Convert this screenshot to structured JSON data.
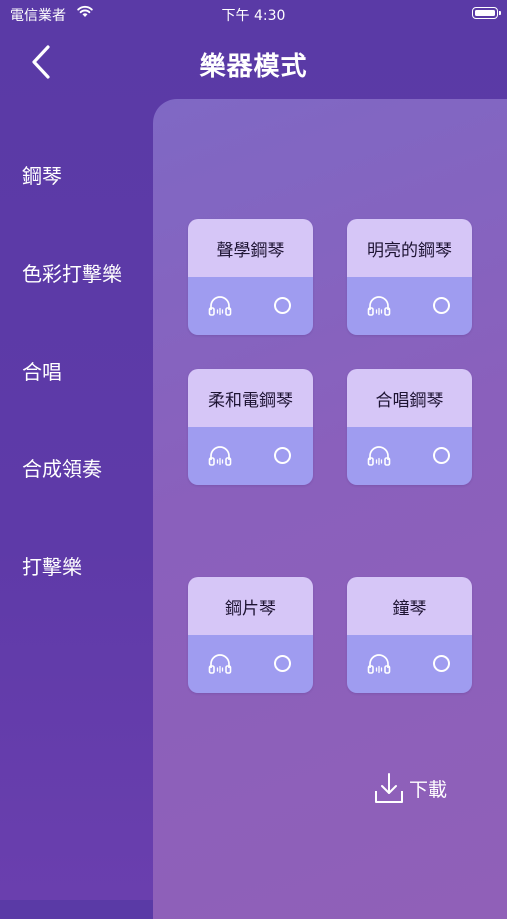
{
  "status_bar": {
    "carrier": "電信業者",
    "time": "下午 4:30"
  },
  "header": {
    "title": "樂器模式"
  },
  "sidebar": {
    "items": [
      {
        "label": "鋼琴"
      },
      {
        "label": "色彩打擊樂"
      },
      {
        "label": "合唱"
      },
      {
        "label": "合成領奏"
      },
      {
        "label": "打擊樂"
      }
    ]
  },
  "instruments": [
    {
      "name": "聲學鋼琴"
    },
    {
      "name": "明亮的鋼琴"
    },
    {
      "name": "柔和電鋼琴"
    },
    {
      "name": "合唱鋼琴"
    },
    {
      "name": "鋼片琴"
    },
    {
      "name": "鐘琴"
    }
  ],
  "download": {
    "label": "下載"
  },
  "colors": {
    "background": "#5a3aa6",
    "card_top": "#d6c6f7",
    "card_bottom": "#9f9cf0"
  }
}
